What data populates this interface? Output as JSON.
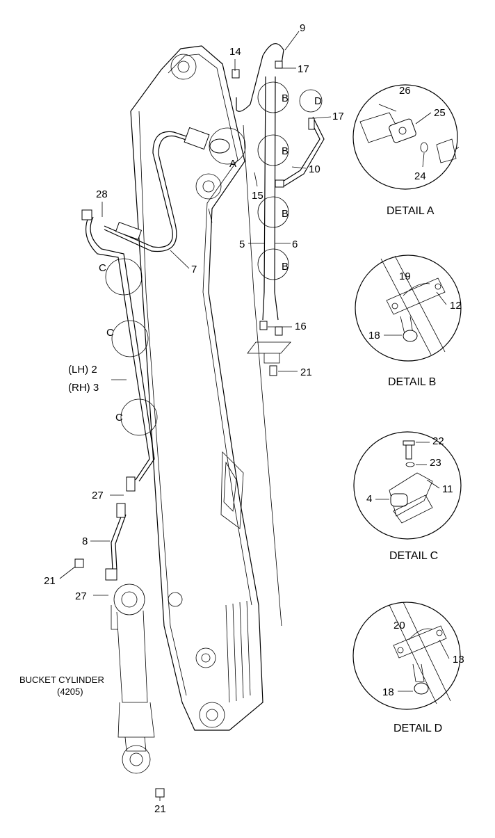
{
  "diagram": {
    "callouts": {
      "n9": "9",
      "n14": "14",
      "n17a": "17",
      "n17b": "17",
      "n10": "10",
      "n15": "15",
      "n28": "28",
      "n7": "7",
      "n5": "5",
      "n6": "6",
      "n16": "16",
      "n21a": "21",
      "n2": "(LH) 2",
      "n3": "(RH) 3",
      "n27a": "27",
      "n8": "8",
      "n21b": "21",
      "n27b": "27",
      "n21c": "21"
    },
    "letters": {
      "a": "A",
      "b1": "B",
      "b2": "B",
      "b3": "B",
      "b4": "B",
      "d": "D",
      "c1": "C",
      "c2": "C",
      "c3": "C"
    },
    "bucket_cylinder": {
      "label": "BUCKET CYLINDER",
      "code": "(4205)"
    },
    "details": {
      "a": {
        "title": "DETAIL A",
        "n26": "26",
        "n25": "25",
        "n24": "24"
      },
      "b": {
        "title": "DETAIL B",
        "n19": "19",
        "n12": "12",
        "n18": "18"
      },
      "c": {
        "title": "DETAIL C",
        "n22": "22",
        "n23": "23",
        "n4": "4",
        "n11": "11"
      },
      "d": {
        "title": "DETAIL D",
        "n20": "20",
        "n13": "13",
        "n18": "18"
      }
    }
  }
}
